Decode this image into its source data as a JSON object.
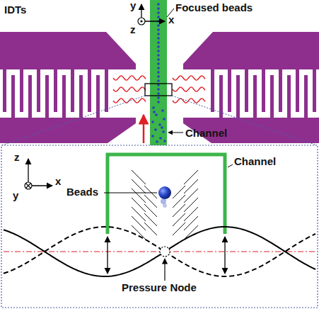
{
  "diagram": {
    "labels": [
      "IDTs",
      "y",
      "z",
      "x",
      "Focused beads",
      "Channel",
      "z",
      "y",
      "x",
      "Channel",
      "Beads",
      "Pressure Node"
    ]
  }
}
